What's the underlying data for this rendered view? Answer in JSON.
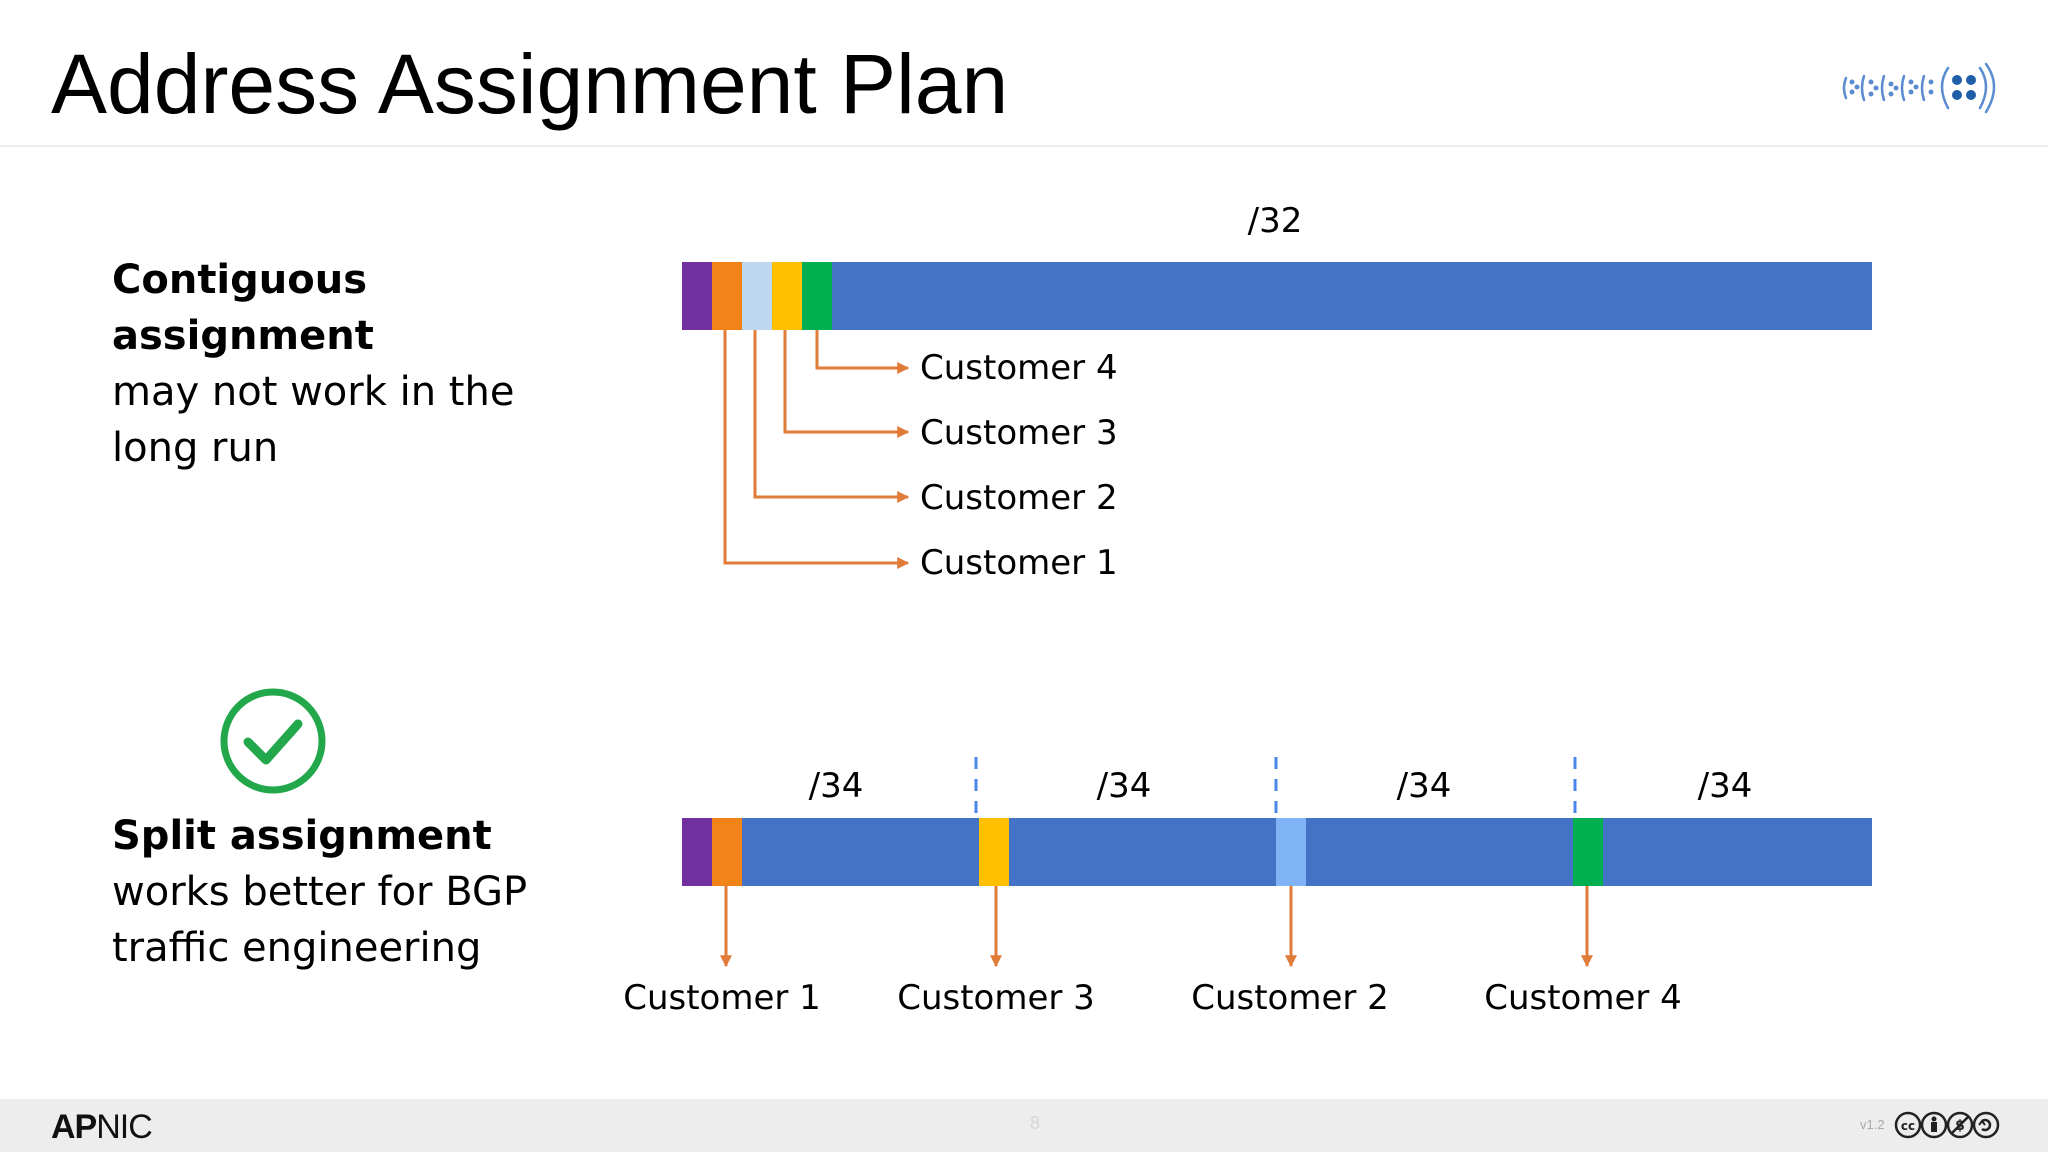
{
  "slide": {
    "title": "Address Assignment Plan",
    "page_number": "8",
    "version": "v1.2",
    "brand": {
      "bold": "AP",
      "regular": "NIC"
    }
  },
  "colors": {
    "bar": "#4472c4",
    "purple": "#7030a0",
    "orange": "#f28318",
    "light_blue": "#bdd7ee",
    "yellow": "#ffc000",
    "green": "#00b050",
    "sky_blue": "#7fb3f5",
    "arrow": "#e07b39",
    "divider": "#4a86e8",
    "check": "#22a84a"
  },
  "contiguous": {
    "heading": "Contiguous assignment",
    "body": "may not work in the long run",
    "prefix_label": "/32",
    "customers": [
      "Customer 4",
      "Customer 3",
      "Customer 2",
      "Customer 1"
    ]
  },
  "split": {
    "heading": "Split assignment",
    "body": "works better for BGP traffic engineering",
    "segment_labels": [
      "/34",
      "/34",
      "/34",
      "/34"
    ],
    "customers": [
      "Customer 1",
      "Customer 3",
      "Customer 2",
      "Customer 4"
    ]
  },
  "icons": {
    "logo": "signal-logo-icon",
    "check": "check-circle-icon",
    "license": "creative-commons-icon"
  }
}
